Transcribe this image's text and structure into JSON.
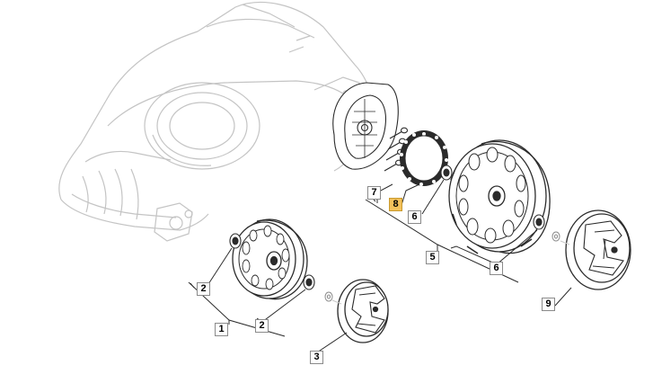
{
  "callouts": {
    "c1": "1",
    "c2a": "2",
    "c2b": "2",
    "c3": "3",
    "c5": "5",
    "c6a": "6",
    "c6b": "6",
    "c7": "7",
    "c8": "8",
    "c9": "9"
  },
  "colors": {
    "line": "#2b2b2b",
    "ghost": "#c9c9c9",
    "highlight": "#f3c15b"
  }
}
